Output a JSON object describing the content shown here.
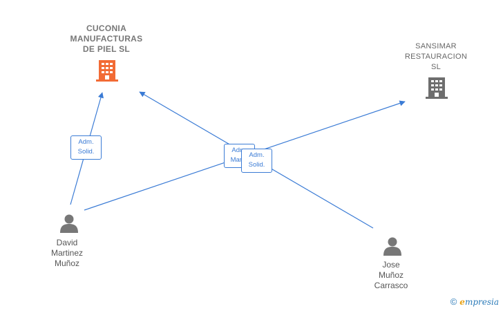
{
  "nodes": {
    "company_cuconia": {
      "lines": [
        "CUCONIA",
        "MANUFACTURAS",
        "DE PIEL  SL"
      ],
      "icon": "building-icon",
      "color": "#f26b35"
    },
    "company_sansimar": {
      "lines": [
        "SANSIMAR",
        "RESTAURACION",
        "SL"
      ],
      "icon": "building-icon",
      "color": "#6e6e6e"
    },
    "person_david": {
      "lines": [
        "David",
        "Martinez",
        "Muñoz"
      ],
      "icon": "person-icon"
    },
    "person_jose": {
      "lines": [
        "Jose",
        "Muñoz",
        "Carrasco"
      ],
      "icon": "person-icon"
    }
  },
  "edges": [
    {
      "from": "David Martinez Muñoz",
      "to": "CUCONIA MANUFACTURAS DE PIEL  SL",
      "label": [
        "Adm.",
        "Solid."
      ]
    },
    {
      "from": "Jose Muñoz Carrasco",
      "to": "CUCONIA MANUFACTURAS DE PIEL  SL",
      "label": [
        "Adm.",
        "Manc."
      ]
    },
    {
      "from": "David Martinez Muñoz",
      "to": "SANSIMAR RESTAURACION SL",
      "label": [
        "Adm.",
        "Solid."
      ]
    }
  ],
  "edge_color": "#3a7bd5",
  "footer": {
    "copyright": "©",
    "brand_initial": "e",
    "brand_rest": "mpresia"
  }
}
